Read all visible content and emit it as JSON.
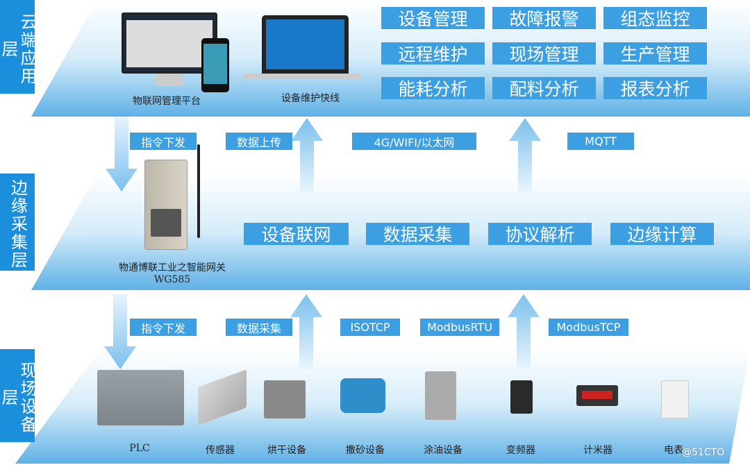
{
  "layers": {
    "cloud": {
      "label": "云端应用层",
      "functions": [
        "设备管理",
        "故障报警",
        "组态监控",
        "远程维护",
        "现场管理",
        "生产管理",
        "能耗分析",
        "配料分析",
        "报表分析"
      ],
      "platform_caption": "物联网管理平台",
      "laptop_caption": "设备维护快线"
    },
    "edge": {
      "label": "边缘采集层",
      "functions": [
        "设备联网",
        "数据采集",
        "协议解析",
        "边缘计算"
      ],
      "gateway_caption": "物通博联工业之智能网关",
      "gateway_model": "WG585"
    },
    "field": {
      "label": "现场设备层",
      "devices": [
        "PLC",
        "传感器",
        "烘干设备",
        "撒砂设备",
        "涂油设备",
        "变频器",
        "计米器",
        "电表"
      ]
    }
  },
  "upper_links": {
    "down": "指令下发",
    "up": "数据上传",
    "network": "4G/WIFI/以太网",
    "protocol": "MQTT"
  },
  "lower_links": {
    "down": "指令下发",
    "up": "数据采集",
    "protocols": [
      "ISOTCP",
      "ModbusRTU",
      "ModbusTCP"
    ]
  },
  "watermark": "@51CTO",
  "colors": {
    "accent": "#3b9fe2",
    "label_bg": "#1c8fdc",
    "layer_bottom": "#5fb1e6"
  }
}
